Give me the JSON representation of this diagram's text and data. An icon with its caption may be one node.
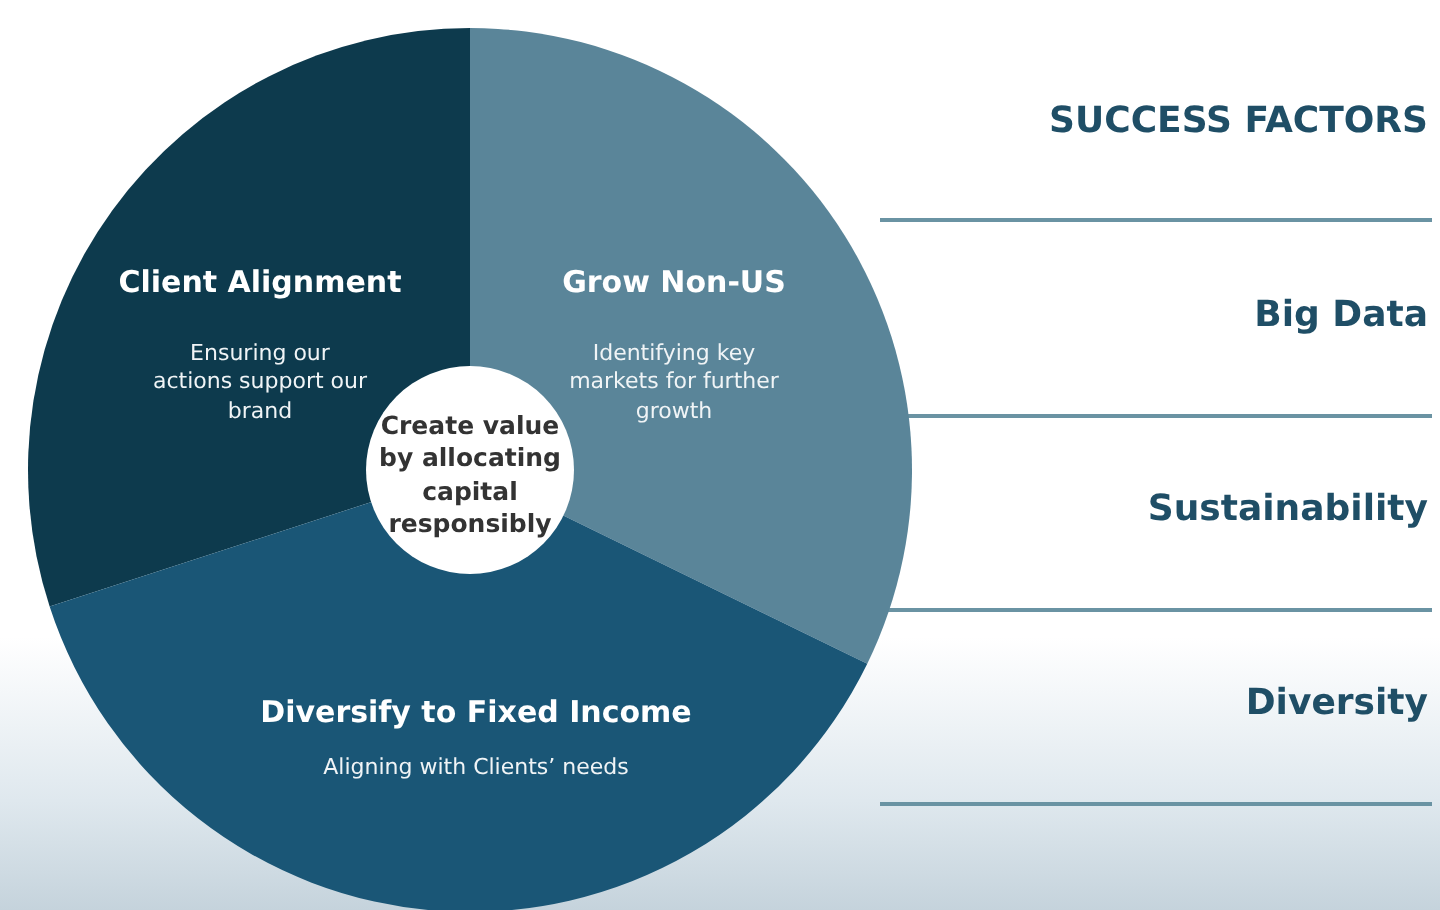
{
  "diagram": {
    "nodes": [
      {
        "text": [
          "Client Alignment",
          "Ensuring our actions support our brand"
        ]
      },
      {
        "text": [
          "Grow Non-US",
          "Identifying key markets for further growth"
        ]
      },
      {
        "text": [
          "Diversify to Fixed Income",
          "Aligning with Clients’ needs"
        ]
      },
      {
        "text": [
          "Create value by allocating capital responsibly"
        ]
      }
    ],
    "labels": [
      "SUCCESS FACTORS",
      "Big Data",
      "Sustainability",
      "Diversity"
    ]
  }
}
